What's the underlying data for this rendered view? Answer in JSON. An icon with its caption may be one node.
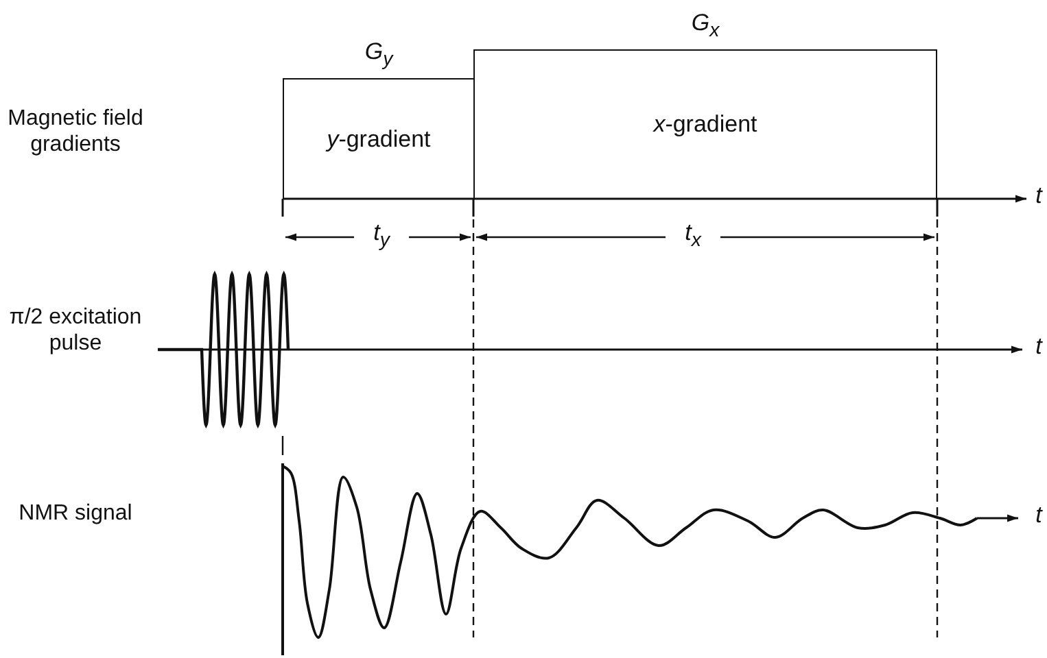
{
  "diagram": {
    "nodes": [
      {
        "text": [
          "G$_{y}$",
          "*y*-gradient"
        ]
      },
      {
        "text": [
          "G$_{x}$",
          "*x*-gradient"
        ]
      }
    ],
    "edges": [],
    "labels": [
      "Magnetic field gradients",
      "t",
      "t$_{y}$",
      "t$_{x}$",
      "π/2 excitation pulse",
      "t",
      "NMR signal",
      "t"
    ]
  }
}
